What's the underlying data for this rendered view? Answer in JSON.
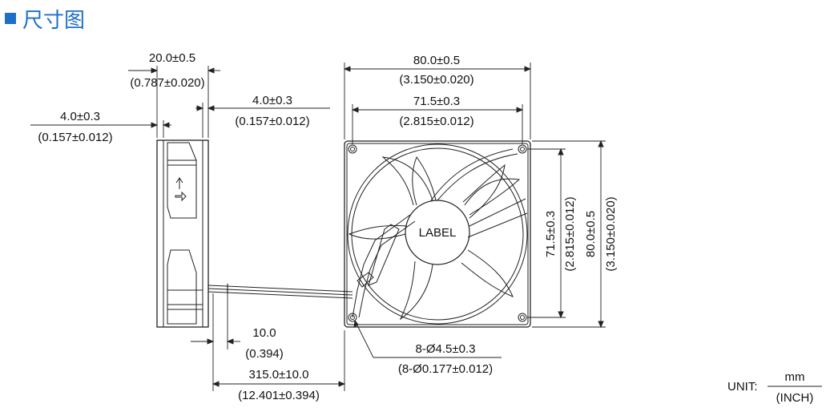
{
  "title": "尺寸图",
  "colors": {
    "accent": "#1f6fc9",
    "line": "#222222"
  },
  "side_view": {
    "thickness_mm": "20.0±0.5",
    "thickness_in": "(0.787±0.020)",
    "flange_left_mm": "4.0±0.3",
    "flange_left_in": "(0.157±0.012)",
    "flange_right_mm": "4.0±0.3",
    "flange_right_in": "(0.157±0.012)"
  },
  "wire": {
    "strip_mm": "10.0",
    "strip_in": "(0.394)",
    "length_mm": "315.0±10.0",
    "length_in": "(12.401±0.394)"
  },
  "front_view": {
    "width_mm": "80.0±0.5",
    "width_in": "(3.150±0.020)",
    "hole_pitch_mm": "71.5±0.3",
    "hole_pitch_in": "(2.815±0.012)",
    "height_pitch_mm": "71.5±0.3",
    "height_pitch_in": "(2.815±0.012)",
    "height_mm": "80.0±0.5",
    "height_in": "(3.150±0.020)",
    "label": "LABEL",
    "holes_mm": "8-Ø4.5±0.3",
    "holes_in": "(8-Ø0.177±0.012)"
  },
  "unit": {
    "label": "UNIT:",
    "top": "mm",
    "bottom": "(INCH)"
  }
}
